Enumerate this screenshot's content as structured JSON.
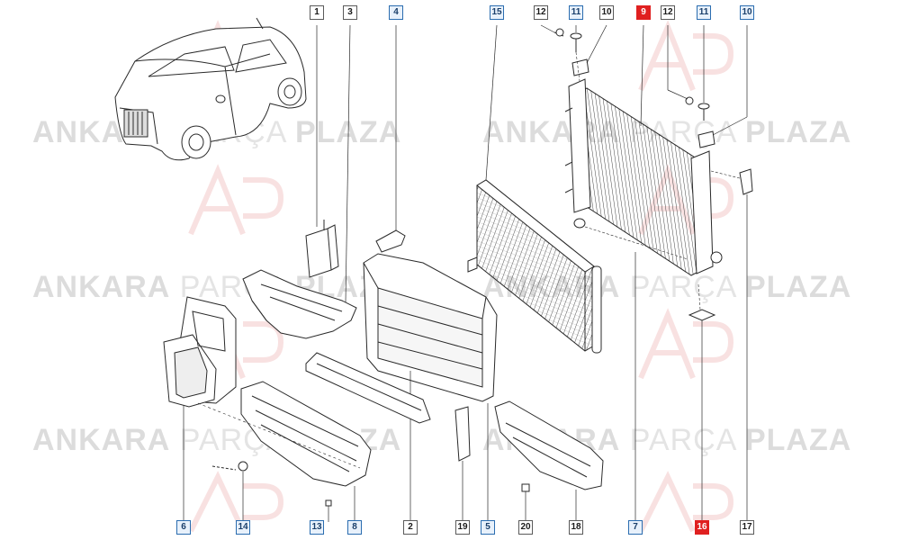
{
  "watermark": {
    "bold": "ANKARA",
    "light": "PARÇA",
    "brand": "PLAZA",
    "logo": "AP",
    "color": "#dcdcdc",
    "logo_color": "#f3c9c9"
  },
  "colors": {
    "line": "#2a2a2a",
    "callout_blue": "#2b6db0",
    "callout_red": "#e02020"
  },
  "callouts": {
    "c1": "1",
    "c3": "3",
    "c4": "4",
    "c15": "15",
    "c12a": "12",
    "c11a": "11",
    "c10a": "10",
    "c9": "9",
    "c12b": "12",
    "c11b": "11",
    "c10b": "10",
    "c6": "6",
    "c14": "14",
    "c13": "13",
    "c8": "8",
    "c2": "2",
    "c19": "19",
    "c5": "5",
    "c20": "20",
    "c18": "18",
    "c7": "7",
    "c16": "16",
    "c17": "17"
  }
}
